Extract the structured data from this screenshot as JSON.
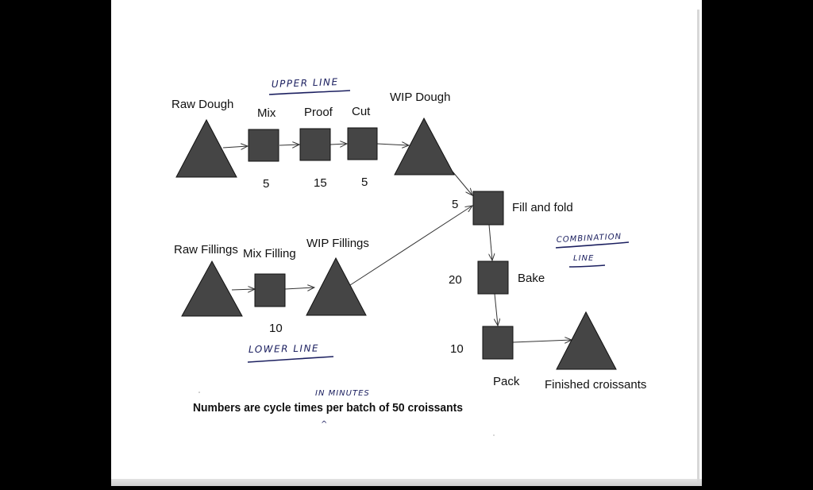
{
  "colors": {
    "shape_fill": "#454545",
    "shape_stroke": "#111111",
    "ink": "#1c2060",
    "background": "#ffffff",
    "frame": "#000000"
  },
  "labels": {
    "raw_dough": "Raw Dough",
    "mix": "Mix",
    "proof": "Proof",
    "cut": "Cut",
    "wip_dough": "WIP Dough",
    "raw_fillings": "Raw Fillings",
    "mix_filling": "Mix Filling",
    "wip_fillings": "WIP Fillings",
    "fill_and_fold": "Fill and fold",
    "bake": "Bake",
    "pack": "Pack",
    "finished_croissants": "Finished croissants"
  },
  "times": {
    "mix": "5",
    "proof": "15",
    "cut": "5",
    "mix_filling": "10",
    "fill_and_fold": "5",
    "bake": "20",
    "pack": "10"
  },
  "annotations": {
    "upper_line": "UPPER LINE",
    "lower_line": "LOWER LINE",
    "combination_line_1": "COMBINATION",
    "combination_line_2": "LINE",
    "in_minutes": "IN MINUTES",
    "caret": "^"
  },
  "footnote": "Numbers are cycle times per batch of 50 croissants"
}
